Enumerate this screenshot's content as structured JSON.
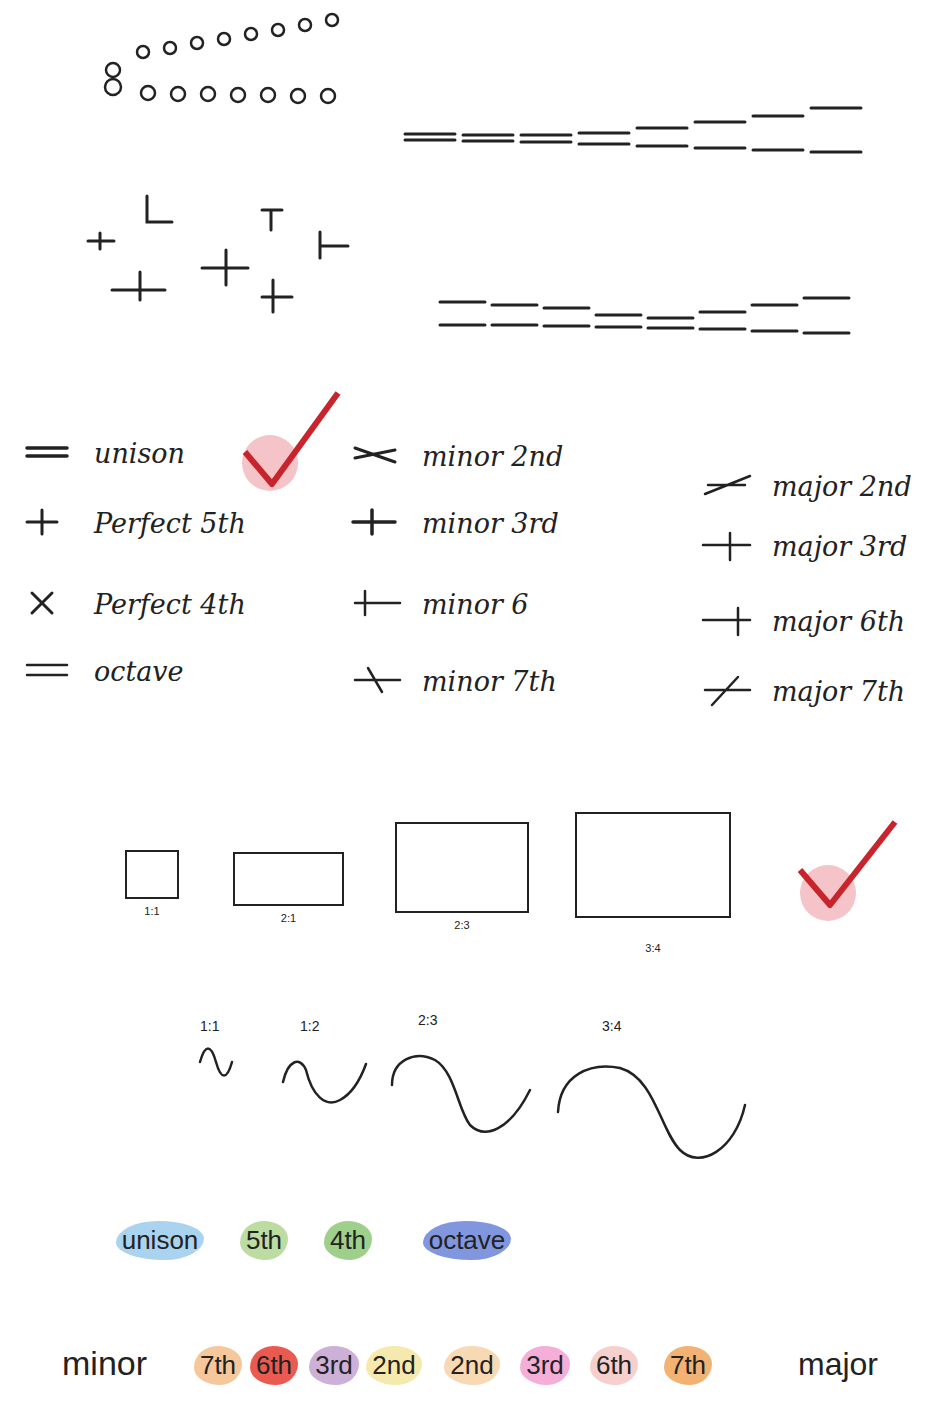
{
  "diagram": {
    "nodes": [
      {
        "text": [
          "1:1"
        ]
      },
      {
        "text": [
          "2:1"
        ]
      },
      {
        "text": [
          "2:3"
        ]
      },
      {
        "text": [
          "3:4"
        ]
      },
      {
        "text": [
          "unison"
        ]
      },
      {
        "text": [
          "5th"
        ]
      },
      {
        "text": [
          "4th"
        ]
      },
      {
        "text": [
          "octave"
        ]
      },
      {
        "text": [
          "7th"
        ]
      },
      {
        "text": [
          "6th"
        ]
      },
      {
        "text": [
          "3rd"
        ]
      },
      {
        "text": [
          "2nd"
        ]
      },
      {
        "text": [
          "2nd"
        ]
      },
      {
        "text": [
          "3rd"
        ]
      },
      {
        "text": [
          "6th"
        ]
      },
      {
        "text": [
          "7th"
        ]
      }
    ],
    "labels": [
      "1:1",
      "1:2",
      "2:3",
      "3:4",
      "minor",
      "major"
    ],
    "legend": [
      {
        "text": "unison"
      },
      {
        "text": "Perfect 5th"
      },
      {
        "text": "Perfect 4th"
      },
      {
        "text": "octave"
      },
      {
        "text": "minor 2nd"
      },
      {
        "text": "minor 3rd"
      },
      {
        "text": "minor 6"
      },
      {
        "text": "minor 7th"
      },
      {
        "text": "major 2nd"
      },
      {
        "text": "major 3rd"
      },
      {
        "text": "major 6th"
      },
      {
        "text": "major 7th"
      }
    ]
  }
}
